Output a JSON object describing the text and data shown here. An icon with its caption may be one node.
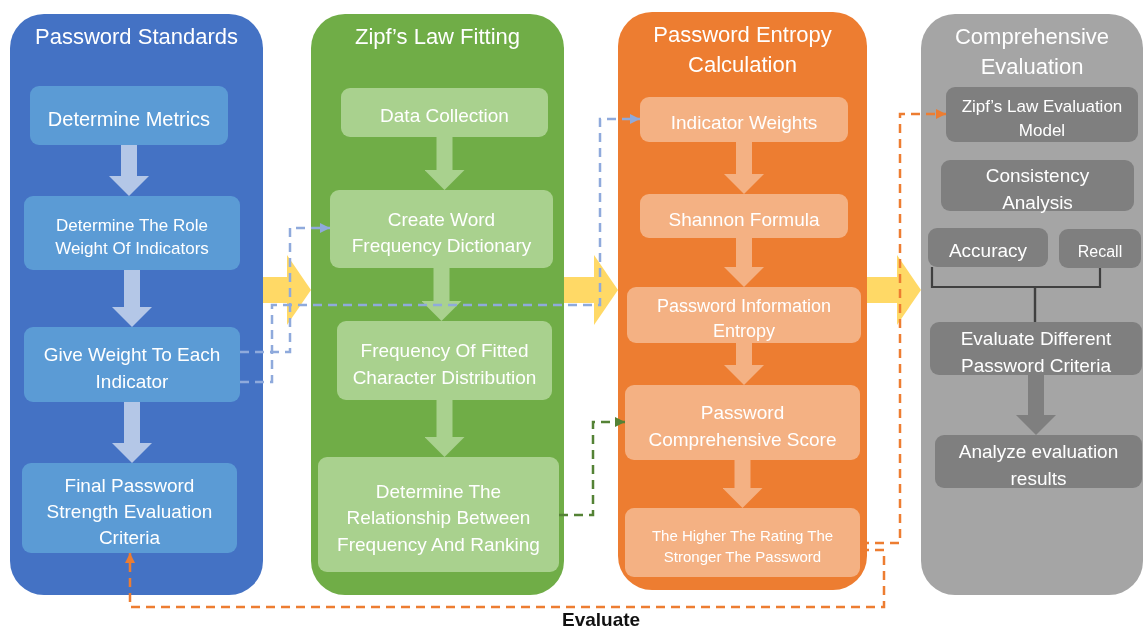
{
  "diagram": {
    "nodes": [
      {
        "text": [
          "Password Standards"
        ]
      },
      {
        "text": [
          "Determine Metrics"
        ],
        "in": 0
      },
      {
        "text": [
          "Determine The Role Weight Of Indicators"
        ],
        "in": 0
      },
      {
        "text": [
          "Give Weight To Each Indicator"
        ],
        "in": 0
      },
      {
        "text": [
          "Final Password Strength Evaluation Criteria"
        ],
        "in": 0
      },
      {
        "text": [
          "Zipf’s Law Fitting"
        ]
      },
      {
        "text": [
          "Data Collection"
        ],
        "in": 5
      },
      {
        "text": [
          "Create Word Frequency Dictionary"
        ],
        "in": 5
      },
      {
        "text": [
          "Frequency Of Fitted Character Distribution"
        ],
        "in": 5
      },
      {
        "text": [
          "Determine The Relationship Between Frequency And Ranking"
        ],
        "in": 5
      },
      {
        "text": [
          "Password Entropy Calculation"
        ]
      },
      {
        "text": [
          "Indicator Weights"
        ],
        "in": 10
      },
      {
        "text": [
          "Shannon Formula"
        ],
        "in": 10
      },
      {
        "text": [
          "Password Information Entropy"
        ],
        "in": 10
      },
      {
        "text": [
          "Password Comprehensive Score"
        ],
        "in": 10
      },
      {
        "text": [
          "The Higher The Rating The Stronger The Password"
        ],
        "in": 10
      },
      {
        "text": [
          "Comprehensive Evaluation"
        ]
      },
      {
        "text": [
          "Zipf’s Law Evaluation Model"
        ],
        "in": 16
      },
      {
        "text": [
          "Consistency Analysis"
        ],
        "in": 16
      },
      {
        "text": [
          "Accuracy"
        ],
        "in": 16
      },
      {
        "text": [
          "Recall"
        ],
        "in": 16
      },
      {
        "text": [
          "Evaluate Different Password Criteria"
        ],
        "in": 16
      },
      {
        "text": [
          "Analyze evaluation results"
        ],
        "in": 16
      }
    ],
    "edges": [
      {
        "from": 1,
        "to": 2,
        "arrow": "to",
        "color": "#b4c7e7"
      },
      {
        "from": 2,
        "to": 3,
        "arrow": "to",
        "color": "#b4c7e7"
      },
      {
        "from": 3,
        "to": 4,
        "arrow": "to",
        "color": "#b4c7e7"
      },
      {
        "from": 6,
        "to": 7,
        "arrow": "to",
        "color": "#a9d18e"
      },
      {
        "from": 7,
        "to": 8,
        "arrow": "to",
        "color": "#a9d18e"
      },
      {
        "from": 8,
        "to": 9,
        "arrow": "to",
        "color": "#a9d18e"
      },
      {
        "from": 11,
        "to": 12,
        "arrow": "to",
        "color": "#f4b183"
      },
      {
        "from": 12,
        "to": 13,
        "arrow": "to",
        "color": "#f4b183"
      },
      {
        "from": 13,
        "to": 14,
        "arrow": "to",
        "color": "#f4b183"
      },
      {
        "from": 14,
        "to": 15,
        "arrow": "to",
        "color": "#f4b183"
      },
      {
        "from": 21,
        "to": 22,
        "arrow": "to",
        "color": "#7f7f7f"
      },
      {
        "from": 0,
        "to": 5,
        "arrow": "to",
        "color": "#ffd966"
      },
      {
        "from": 5,
        "to": 10,
        "arrow": "to",
        "color": "#ffd966"
      },
      {
        "from": 10,
        "to": 16,
        "arrow": "to",
        "color": "#ffd966"
      },
      {
        "from": 3,
        "to": 7,
        "arrow": "to",
        "style": "dashed",
        "color": "#8faadc"
      },
      {
        "from": 3,
        "to": 11,
        "arrow": "to",
        "style": "dashed",
        "color": "#8faadc"
      },
      {
        "from": 9,
        "to": 14,
        "arrow": "to",
        "style": "dashed",
        "color": "#548235"
      },
      {
        "from": 15,
        "to": 17,
        "arrow": "to",
        "style": "dashed",
        "color": "#ed7d31"
      },
      {
        "from": 15,
        "to": 4,
        "arrow": "to",
        "style": "dashed",
        "color": "#ed7d31",
        "label": "Evaluate"
      },
      {
        "from": 19,
        "to": 21,
        "arrow": "none",
        "color": "#404040"
      },
      {
        "from": 20,
        "to": 21,
        "arrow": "none",
        "color": "#404040"
      }
    ]
  }
}
